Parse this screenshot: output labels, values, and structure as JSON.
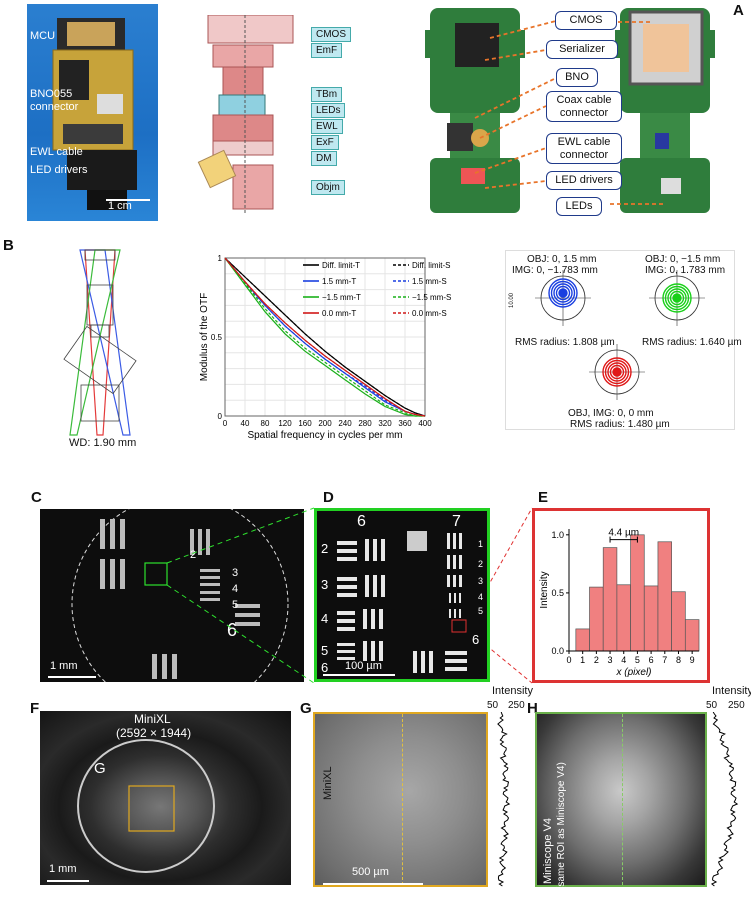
{
  "panels": {
    "A": "A",
    "B": "B",
    "C": "C",
    "D": "D",
    "E": "E",
    "F": "F",
    "G": "G",
    "H": "H"
  },
  "panelA": {
    "photo_labels": [
      "MCU",
      "BNO055 connector",
      "EWL cable",
      "LED drivers"
    ],
    "photo_scale": "1 cm",
    "section_labels": [
      "CMOS",
      "EmF",
      "TBm",
      "LEDs",
      "EWL",
      "ExF",
      "DM",
      "Objm"
    ],
    "pcb_labels": [
      "CMOS",
      "Serializer",
      "BNO",
      "Coax cable connector",
      "EWL cable connector",
      "LED drivers",
      "LEDs"
    ],
    "colors": {
      "box_border": "#1f3a8a",
      "arrow": "#e8742a",
      "pcb": "#2f7d3c"
    }
  },
  "panelB": {
    "wd_label": "WD: 1.90 mm",
    "spot_ticks": "10.00",
    "spots": [
      {
        "obj": "OBJ: 0, 1.5 mm",
        "img": "IMG: 0, −1.783 mm",
        "rms": "RMS radius: 1.808 µm",
        "color": "#1a3fe0"
      },
      {
        "obj": "OBJ: 0, −1.5 mm",
        "img": "IMG: 0, 1.783 mm",
        "rms": "RMS radius: 1.640 µm",
        "color": "#19d019"
      },
      {
        "obj": "OBJ, IMG: 0, 0 mm",
        "img": "",
        "rms": "RMS radius: 1.480 µm",
        "color": "#e01818"
      }
    ]
  },
  "panelC": {
    "scale": "1 mm",
    "group_labels": [
      "2",
      "3",
      "4",
      "5",
      "6"
    ]
  },
  "panelD": {
    "scale": "100 µm",
    "group_labels": [
      "6",
      "7",
      "2",
      "3",
      "4",
      "5",
      "6",
      "1",
      "2",
      "3",
      "4",
      "5",
      "6"
    ]
  },
  "panelF": {
    "title": "MiniXL",
    "subtitle": "(2592 × 1944)",
    "roi_label": "G",
    "scale": "1 mm"
  },
  "panelG": {
    "side_label": "MiniXL",
    "scale": "500 µm",
    "profile_title": "Intensity",
    "profile_min": "50",
    "profile_max": "250"
  },
  "panelH": {
    "side_label": "Miniscope V4",
    "side_label2": "(same ROI as Miniscope V4)",
    "profile_title": "Intensity",
    "profile_min": "50",
    "profile_max": "250"
  },
  "mtf": {
    "type": "line",
    "xlabel": "Spatial frequency in cycles per mm",
    "ylabel": "Modulus of the OTF",
    "xlim": [
      0,
      400
    ],
    "ylim": [
      0,
      1
    ],
    "xticks": [
      0,
      40,
      80,
      120,
      160,
      200,
      240,
      280,
      320,
      360,
      400
    ],
    "yticks": [
      {
        "v": 0,
        "t": "0"
      },
      {
        "v": 0.5,
        "t": "0.5"
      },
      {
        "v": 1,
        "t": "1"
      }
    ],
    "x": [
      0,
      40,
      80,
      120,
      160,
      200,
      240,
      280,
      320,
      360,
      380,
      400
    ],
    "series": [
      {
        "name": "Diff. limit-T",
        "color": "#000000",
        "dash": false,
        "values": [
          1,
          0.88,
          0.76,
          0.64,
          0.52,
          0.41,
          0.31,
          0.22,
          0.13,
          0.05,
          0.02,
          0
        ]
      },
      {
        "name": "Diff. limit-S",
        "color": "#000000",
        "dash": true,
        "values": [
          1,
          0.88,
          0.76,
          0.64,
          0.52,
          0.41,
          0.31,
          0.22,
          0.13,
          0.05,
          0.02,
          0
        ]
      },
      {
        "name": "1.5 mm-T",
        "color": "#1a3fe0",
        "dash": false,
        "values": [
          1,
          0.85,
          0.7,
          0.57,
          0.46,
          0.36,
          0.27,
          0.18,
          0.09,
          0.03,
          0.01,
          0
        ]
      },
      {
        "name": "1.5 mm-S",
        "color": "#1a3fe0",
        "dash": true,
        "values": [
          1,
          0.84,
          0.7,
          0.57,
          0.46,
          0.36,
          0.27,
          0.19,
          0.1,
          0.03,
          0.01,
          0
        ]
      },
      {
        "name": "−1.5 mm-T",
        "color": "#19b019",
        "dash": false,
        "values": [
          1,
          0.83,
          0.66,
          0.52,
          0.41,
          0.32,
          0.23,
          0.14,
          0.06,
          0.01,
          0,
          0
        ]
      },
      {
        "name": "−1.5 mm-S",
        "color": "#19b019",
        "dash": true,
        "values": [
          1,
          0.84,
          0.68,
          0.54,
          0.43,
          0.34,
          0.25,
          0.16,
          0.07,
          0.02,
          0,
          0
        ]
      },
      {
        "name": "0.0 mm-T",
        "color": "#d01818",
        "dash": false,
        "values": [
          1,
          0.85,
          0.71,
          0.59,
          0.48,
          0.38,
          0.29,
          0.2,
          0.11,
          0.03,
          0.01,
          0
        ]
      },
      {
        "name": "0.0 mm-S",
        "color": "#d01818",
        "dash": true,
        "values": [
          1,
          0.85,
          0.71,
          0.59,
          0.48,
          0.38,
          0.29,
          0.2,
          0.11,
          0.03,
          0.01,
          0
        ]
      }
    ]
  },
  "hist": {
    "type": "bar",
    "xlabel": "x (pixel)",
    "ylabel": "Intensity",
    "annotation": "4.4 µm",
    "xlim": [
      0,
      9.5
    ],
    "ylim": [
      0,
      1.05
    ],
    "xticks": [
      0,
      1,
      2,
      3,
      4,
      5,
      6,
      7,
      8,
      9
    ],
    "yticks": [
      {
        "v": 0,
        "t": "0.0"
      },
      {
        "v": 0.5,
        "t": "0.5"
      },
      {
        "v": 1,
        "t": "1.0"
      }
    ],
    "x": [
      1,
      2,
      3,
      4,
      5,
      6,
      7,
      8,
      9
    ],
    "values": [
      0.19,
      0.55,
      0.89,
      0.57,
      1.0,
      0.56,
      0.94,
      0.51,
      0.27
    ],
    "color": "#f08080",
    "border": "#d32020"
  }
}
